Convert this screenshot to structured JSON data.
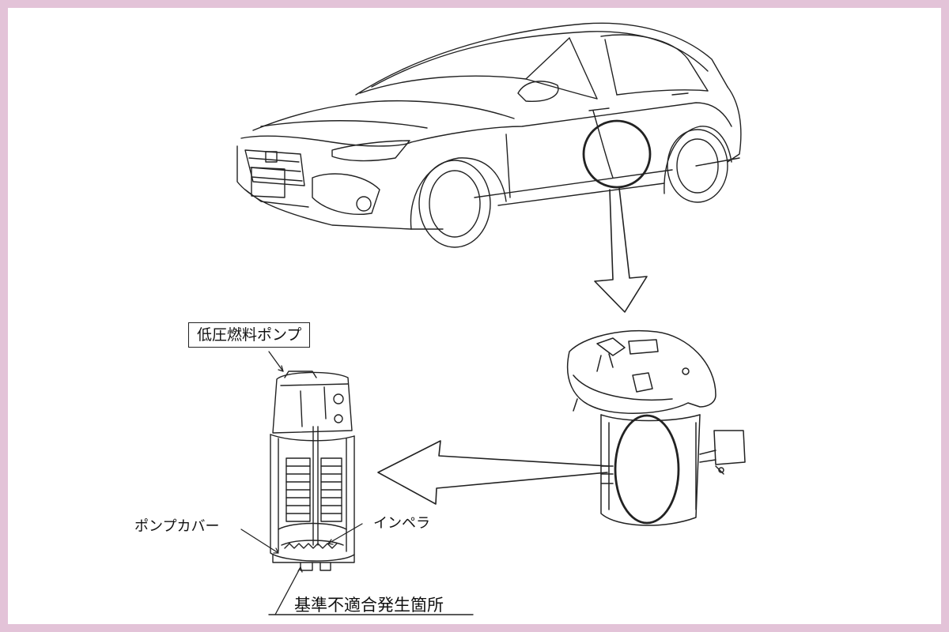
{
  "labels": {
    "low_pressure_fuel_pump": "低圧燃料ポンプ",
    "pump_cover": "ポンプカバー",
    "impeller": "インペラ",
    "nonconformity_location": "基準不適合発生箇所"
  },
  "colors": {
    "border": "#e3c3d8",
    "background": "#ffffff",
    "line": "#222222"
  },
  "icons": {
    "arrow_down": "hollow-arrow-down-icon",
    "arrow_left": "hollow-arrow-left-icon"
  }
}
